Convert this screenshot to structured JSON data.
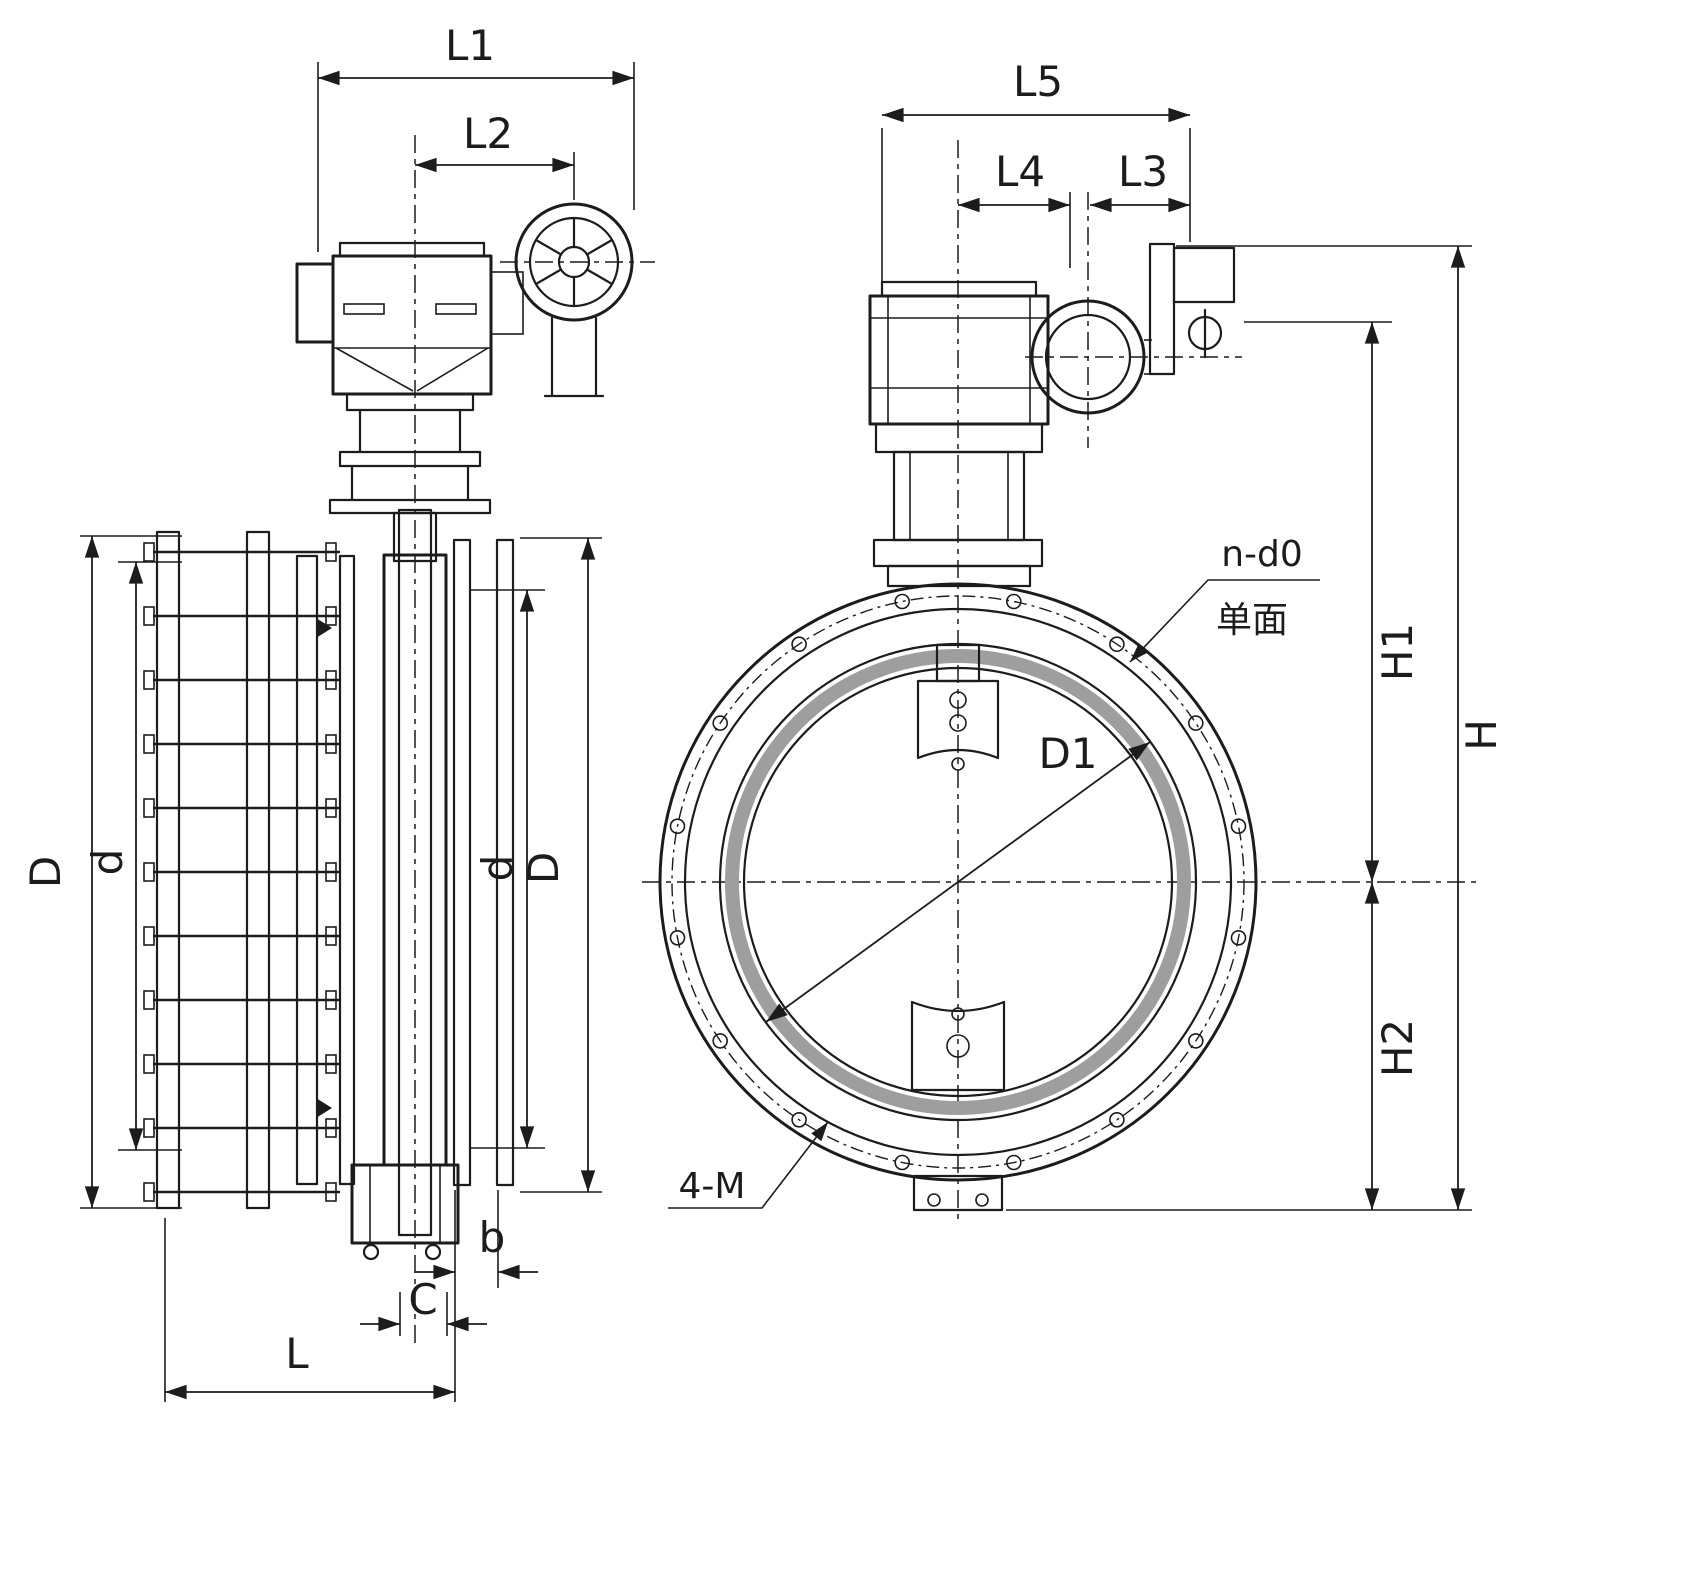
{
  "labels": {
    "l1": "L1",
    "l2": "L2",
    "l3": "L3",
    "l4": "L4",
    "l5": "L5",
    "l": "L",
    "b": "b",
    "c": "C",
    "d_outer_left": "D",
    "d_inner_left": "d",
    "d_inner_mid": "d",
    "d_outer_mid": "D",
    "h1": "H1",
    "h": "H",
    "h2": "H2",
    "d1": "D1",
    "bolt_holes": "n-d0",
    "single_face": "单面",
    "tapped_holes": "4-M"
  },
  "colors": {
    "line": "#1c1c1c",
    "seat_ring": "#9e9e9e",
    "background": "#ffffff"
  }
}
